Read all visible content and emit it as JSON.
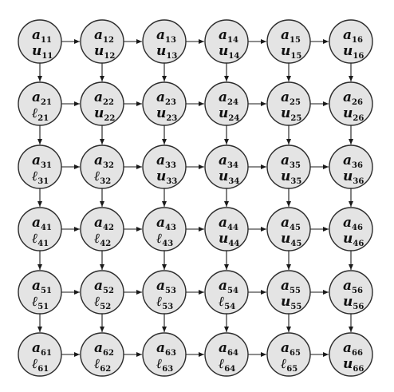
{
  "diagram": {
    "nodes": [
      [
        {
          "top": "a",
          "top_sub": "11",
          "bottom": "u",
          "bottom_sub": "11"
        },
        {
          "top": "a",
          "top_sub": "12",
          "bottom": "u",
          "bottom_sub": "12"
        },
        {
          "top": "a",
          "top_sub": "13",
          "bottom": "u",
          "bottom_sub": "13"
        },
        {
          "top": "a",
          "top_sub": "14",
          "bottom": "u",
          "bottom_sub": "14"
        },
        {
          "top": "a",
          "top_sub": "15",
          "bottom": "u",
          "bottom_sub": "15"
        },
        {
          "top": "a",
          "top_sub": "16",
          "bottom": "u",
          "bottom_sub": "16"
        }
      ],
      [
        {
          "top": "a",
          "top_sub": "21",
          "bottom": "ℓ",
          "bottom_sub": "21"
        },
        {
          "top": "a",
          "top_sub": "22",
          "bottom": "u",
          "bottom_sub": "22"
        },
        {
          "top": "a",
          "top_sub": "23",
          "bottom": "u",
          "bottom_sub": "23"
        },
        {
          "top": "a",
          "top_sub": "24",
          "bottom": "u",
          "bottom_sub": "24"
        },
        {
          "top": "a",
          "top_sub": "25",
          "bottom": "u",
          "bottom_sub": "25"
        },
        {
          "top": "a",
          "top_sub": "26",
          "bottom": "u",
          "bottom_sub": "26"
        }
      ],
      [
        {
          "top": "a",
          "top_sub": "31",
          "bottom": "ℓ",
          "bottom_sub": "31"
        },
        {
          "top": "a",
          "top_sub": "32",
          "bottom": "ℓ",
          "bottom_sub": "32"
        },
        {
          "top": "a",
          "top_sub": "33",
          "bottom": "u",
          "bottom_sub": "33"
        },
        {
          "top": "a",
          "top_sub": "34",
          "bottom": "u",
          "bottom_sub": "34"
        },
        {
          "top": "a",
          "top_sub": "35",
          "bottom": "u",
          "bottom_sub": "35"
        },
        {
          "top": "a",
          "top_sub": "36",
          "bottom": "u",
          "bottom_sub": "36"
        }
      ],
      [
        {
          "top": "a",
          "top_sub": "41",
          "bottom": "ℓ",
          "bottom_sub": "41"
        },
        {
          "top": "a",
          "top_sub": "42",
          "bottom": "ℓ",
          "bottom_sub": "42"
        },
        {
          "top": "a",
          "top_sub": "43",
          "bottom": "ℓ",
          "bottom_sub": "43"
        },
        {
          "top": "a",
          "top_sub": "44",
          "bottom": "u",
          "bottom_sub": "44"
        },
        {
          "top": "a",
          "top_sub": "45",
          "bottom": "u",
          "bottom_sub": "45"
        },
        {
          "top": "a",
          "top_sub": "46",
          "bottom": "u",
          "bottom_sub": "46"
        }
      ],
      [
        {
          "top": "a",
          "top_sub": "51",
          "bottom": "ℓ",
          "bottom_sub": "51"
        },
        {
          "top": "a",
          "top_sub": "52",
          "bottom": "ℓ",
          "bottom_sub": "52"
        },
        {
          "top": "a",
          "top_sub": "53",
          "bottom": "ℓ",
          "bottom_sub": "53"
        },
        {
          "top": "a",
          "top_sub": "54",
          "bottom": "ℓ",
          "bottom_sub": "54"
        },
        {
          "top": "a",
          "top_sub": "55",
          "bottom": "u",
          "bottom_sub": "55"
        },
        {
          "top": "a",
          "top_sub": "56",
          "bottom": "u",
          "bottom_sub": "56"
        }
      ],
      [
        {
          "top": "a",
          "top_sub": "61",
          "bottom": "ℓ",
          "bottom_sub": "61"
        },
        {
          "top": "a",
          "top_sub": "62",
          "bottom": "ℓ",
          "bottom_sub": "62"
        },
        {
          "top": "a",
          "top_sub": "63",
          "bottom": "ℓ",
          "bottom_sub": "63"
        },
        {
          "top": "a",
          "top_sub": "64",
          "bottom": "ℓ",
          "bottom_sub": "64"
        },
        {
          "top": "a",
          "top_sub": "65",
          "bottom": "ℓ",
          "bottom_sub": "65"
        },
        {
          "top": "a",
          "top_sub": "66",
          "bottom": "u",
          "bottom_sub": "66"
        }
      ]
    ],
    "edges": "right-and-down",
    "colors": {
      "node_fill": "#e4e4e4",
      "node_stroke": "#2b2b2b",
      "edge": "#1a1a1a"
    }
  }
}
